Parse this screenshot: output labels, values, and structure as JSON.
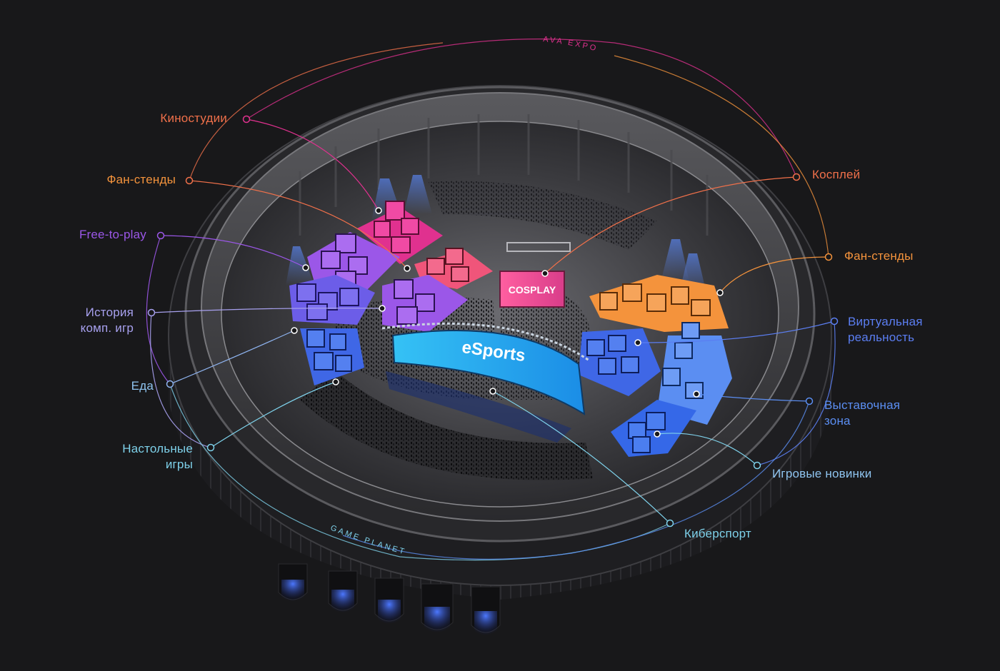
{
  "arcs": {
    "top": "AVA EXPO",
    "bottom": "GAME PLANET"
  },
  "screens": {
    "esports": "eSports",
    "cosplay": "COSPLAY"
  },
  "labels": {
    "kinostudii": "Киностудии",
    "fan_left": "Фан-стенды",
    "f2p": "Free-to-play",
    "history_1": "История",
    "history_2": "комп. игр",
    "food": "Еда",
    "board_1": "Настольные",
    "board_2": "игры",
    "cosplay": "Косплей",
    "fan_right": "Фан-стенды",
    "vr_1": "Виртуальная",
    "vr_2": "реальность",
    "expo_1": "Выставочная",
    "expo_2": "зона",
    "new_games": "Игровые новинки",
    "cybersport": "Киберспорт"
  },
  "colors": {
    "background": "#18181a",
    "pink": "#e0318f",
    "orange_red": "#f0704a",
    "orange": "#f4933c",
    "violet": "#9b57e8",
    "lavender": "#a7a0ee",
    "cyan": "#7ed1ea",
    "blue": "#5b7ef2",
    "esports_screen": "#2fb6f0"
  }
}
